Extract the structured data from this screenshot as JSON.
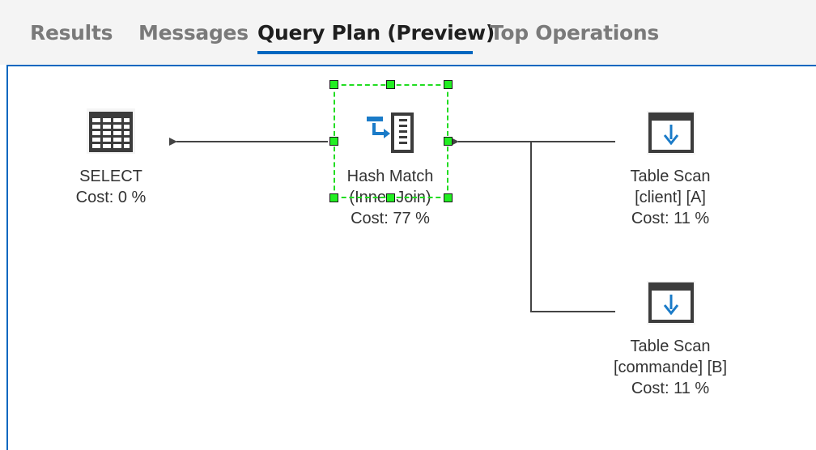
{
  "tabs": [
    {
      "label": "Results",
      "active": false
    },
    {
      "label": "Messages",
      "active": false
    },
    {
      "label": "Query Plan (Preview)",
      "active": true
    },
    {
      "label": "Top Operations",
      "active": false
    }
  ],
  "accent_color": "#0067c0",
  "selection_color": "#22dd22",
  "nodes": {
    "select": {
      "title": "SELECT",
      "cost": "Cost: 0 %",
      "icon": "select-table-icon"
    },
    "hash_match": {
      "title": "Hash Match",
      "subtitle": "(Inner Join)",
      "cost": "Cost: 77 %",
      "icon": "hash-match-icon",
      "selected": true
    },
    "scan_client": {
      "title": "Table Scan",
      "subtitle": "[client] [A]",
      "cost": "Cost: 11 %",
      "icon": "table-scan-icon"
    },
    "scan_commande": {
      "title": "Table Scan",
      "subtitle": "[commande] [B]",
      "cost": "Cost: 11 %",
      "icon": "table-scan-icon"
    }
  }
}
